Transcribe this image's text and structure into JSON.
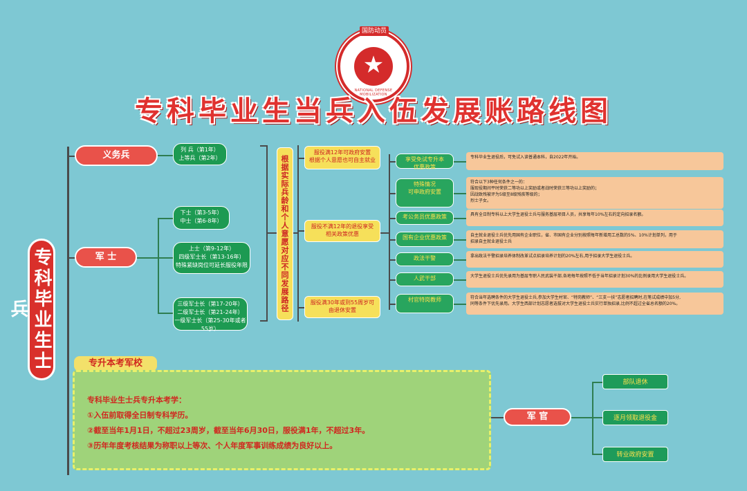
{
  "emblem": {
    "tag": "国防动员",
    "ring": "NATIONAL DEFENSE MOBILIZATION",
    "star": "★"
  },
  "title": "专科毕业生当兵入伍发展账路线图",
  "left_pill": "专科毕业生士兵",
  "branches": {
    "yiwubing": {
      "label": "义务兵",
      "detail": [
        "列 兵（第1年）",
        "上等兵（第2年）"
      ]
    },
    "junshi": {
      "label": "军 士",
      "levels": [
        [
          "下士（第3-5年）",
          "中士（第6-8年）"
        ],
        [
          "上士（第9-12年）",
          "四级军士长（第13-16年）",
          "特殊紧缺岗位可延长服役年限"
        ],
        [
          "三级军士长（第17-20年）",
          "二级军士长（第21-24年）",
          "一级军士长（第25-30年或者55岁）"
        ]
      ]
    }
  },
  "middle_vertical": "根据实际兵龄和个人意愿对应不同发展路径",
  "service_options": [
    [
      "服役满12年可政府安置",
      "根据个人意愿也可自主就业"
    ],
    [
      "服役不满12年的退役享受",
      "相关政策优惠"
    ],
    [
      "服役满30年或到55周岁可",
      "由退休安置"
    ]
  ],
  "policies": [
    {
      "label": [
        "享受免试专升本",
        "优惠政策"
      ],
      "text": [
        "专科毕业生退役后，可免试入读普通本科，自2022年开始。"
      ]
    },
    {
      "label": [
        "特殊情况",
        "可申政府安置"
      ],
      "text": [
        "符合以下3种任何条件之一的：",
        "服现役期间平时荣获二等功以上奖励或者战时荣获三等功以上奖励的；",
        "因战致残被评为5级至8级残疾等级的；",
        "烈士子女。"
      ]
    },
    {
      "label": [
        "考公务员优惠政策"
      ],
      "text": [
        "具有全日制专科以上大学生退役士兵与服务基层项目人员，共享每年10%左右的定向招录名额。"
      ]
    },
    {
      "label": [
        "国有企业优惠政策"
      ],
      "text": [
        "自主就业退役士兵优先用国有企业职位，省、市国有企业分别按照每年新增用工总数的5%、10%计划单列，用于",
        "招录自主就业退役士兵"
      ]
    },
    {
      "label": [
        "政法干警"
      ],
      "text": [
        "拿出政法干警招录培养体制改革试点招录培养计划的20%左右,用于招录大学生退役士兵。"
      ]
    },
    {
      "label": [
        "人武干部"
      ],
      "text": [
        "大学生退役士兵优先录用为基层专职人民武装干部,各地每年按照不低于当年招录计划30%的比例录用大学生退役士兵。"
      ]
    },
    {
      "label": [
        "村官特岗教师"
      ],
      "text": [
        "符合当年选聘条件的大学生退役士兵,参加大学生村官、“特岗教师”、“三支一扶”志愿者招聘时,在笔试成绩中加5分,",
        "同等条件下优先录用。大学生西部计划志愿者选拔对大学生退役士兵实行单独招录,比例不超过全省总名额的20%。"
      ]
    }
  ],
  "section": {
    "label": "专升本考军校",
    "heading": "专科毕业生士兵专升本考学：",
    "items": [
      "①入伍前取得全日制专科学历。",
      "②截至当年1月1日，不超过23周岁，截至当年6月30日，服役满1年，不超过3年。",
      "③历年年度考核结果为称职以上等次、个人年度军事训练成绩为良好以上。"
    ]
  },
  "officer": {
    "label": "军 官",
    "options": [
      "部队退休",
      "逐月领取退役金",
      "转业政府安置"
    ]
  },
  "colors": {
    "background": "#7ec8d3",
    "red": "#e9524a",
    "green": "#1d9a52",
    "yellow": "#f6e05a",
    "orange": "#f7c79a",
    "panel": "#9fd37a"
  }
}
